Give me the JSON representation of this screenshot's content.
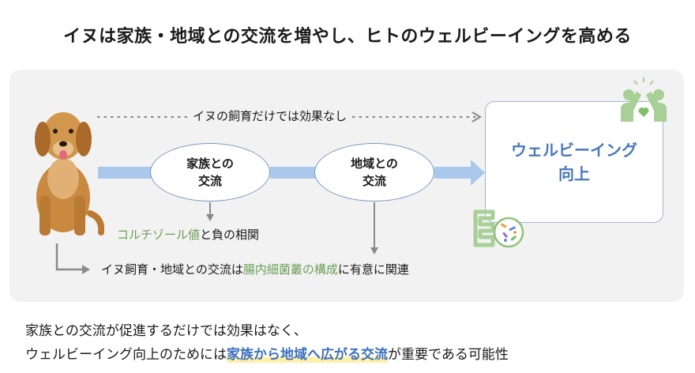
{
  "title": "イヌは家族・地域との交流を増やし、ヒトのウェルビーイングを高める",
  "diagram": {
    "dotted_label": "イヌの飼育だけでは効果なし",
    "node_family": {
      "line1": "家族との",
      "line2": "交流"
    },
    "node_community": {
      "line1": "地域との",
      "line2": "交流"
    },
    "outcome": {
      "line1": "ウェルビーイング",
      "line2": "向上"
    },
    "cortisol": {
      "highlight": "コルチゾール値",
      "rest": "と負の相関"
    },
    "microbiome": {
      "prefix": "イヌ飼育・地域との交流は",
      "highlight": "腸内細菌叢の構成",
      "suffix": "に有意に関連"
    },
    "colors": {
      "accent_blue": "#4a78bd",
      "accent_green": "#6a9f55",
      "arrow_blue": "#a9c8ec"
    }
  },
  "conclusion": {
    "line1": "家族との交流が促進するだけでは効果はなく、",
    "line2_prefix": "ウェルビーイング向上のためには",
    "line2_highlight": "家族から地域へ広がる交流",
    "line2_suffix": "が重要である可能性"
  },
  "icons": [
    "dog-photo",
    "people-heart-icon",
    "gut-microbiome-icon"
  ]
}
